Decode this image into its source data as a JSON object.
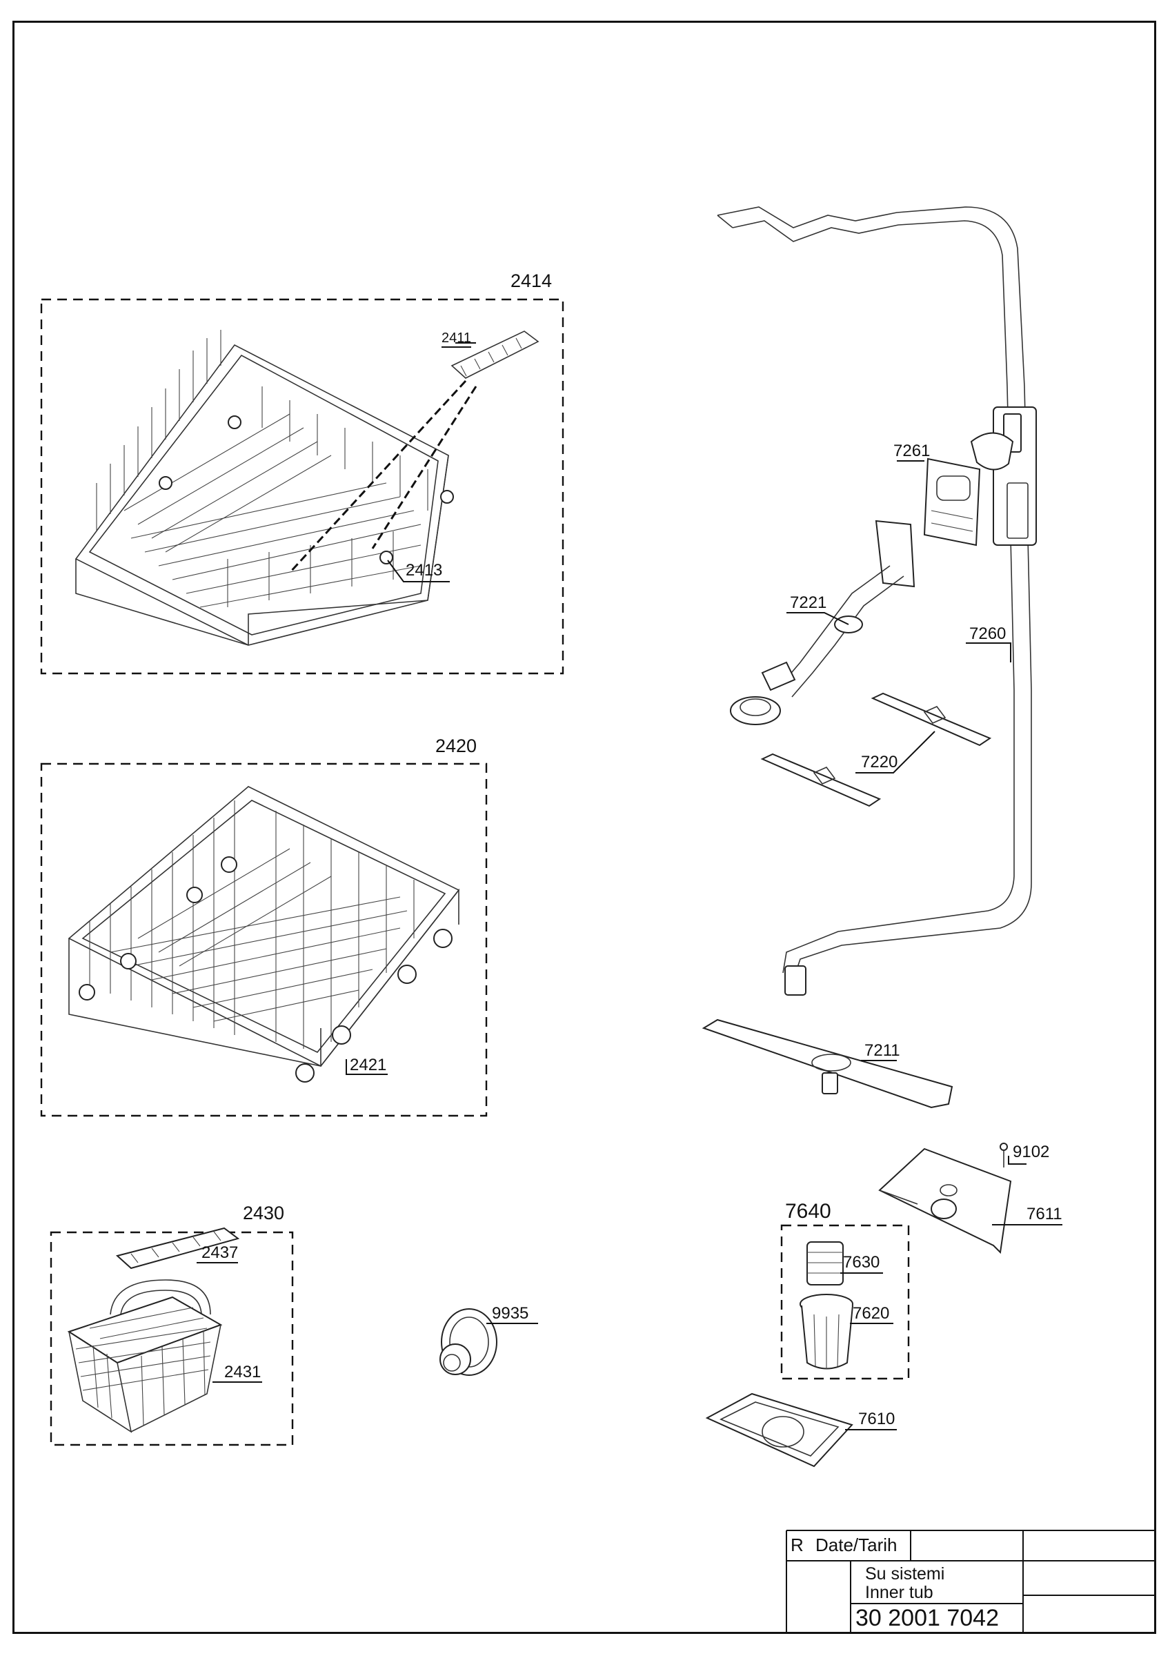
{
  "groups": {
    "upper_basket": "2414",
    "lower_basket": "2420",
    "cutlery_basket": "2430",
    "filter_assembly": "7640"
  },
  "parts": {
    "p2411": "2411",
    "p2413": "2413",
    "p2421": "2421",
    "p2437": "2437",
    "p2431": "2431",
    "p9935": "9935",
    "p7261": "7261",
    "p7221": "7221",
    "p7260": "7260",
    "p7220": "7220",
    "p7211": "7211",
    "p9102": "9102",
    "p7611": "7611",
    "p7630": "7630",
    "p7620": "7620",
    "p7610": "7610"
  },
  "title_block": {
    "rev_label": "R",
    "date_label": "Date/Tarih",
    "title_tr": "Su sistemi",
    "title_en": "Inner tub",
    "drawing_number": "30 2001 7042"
  }
}
